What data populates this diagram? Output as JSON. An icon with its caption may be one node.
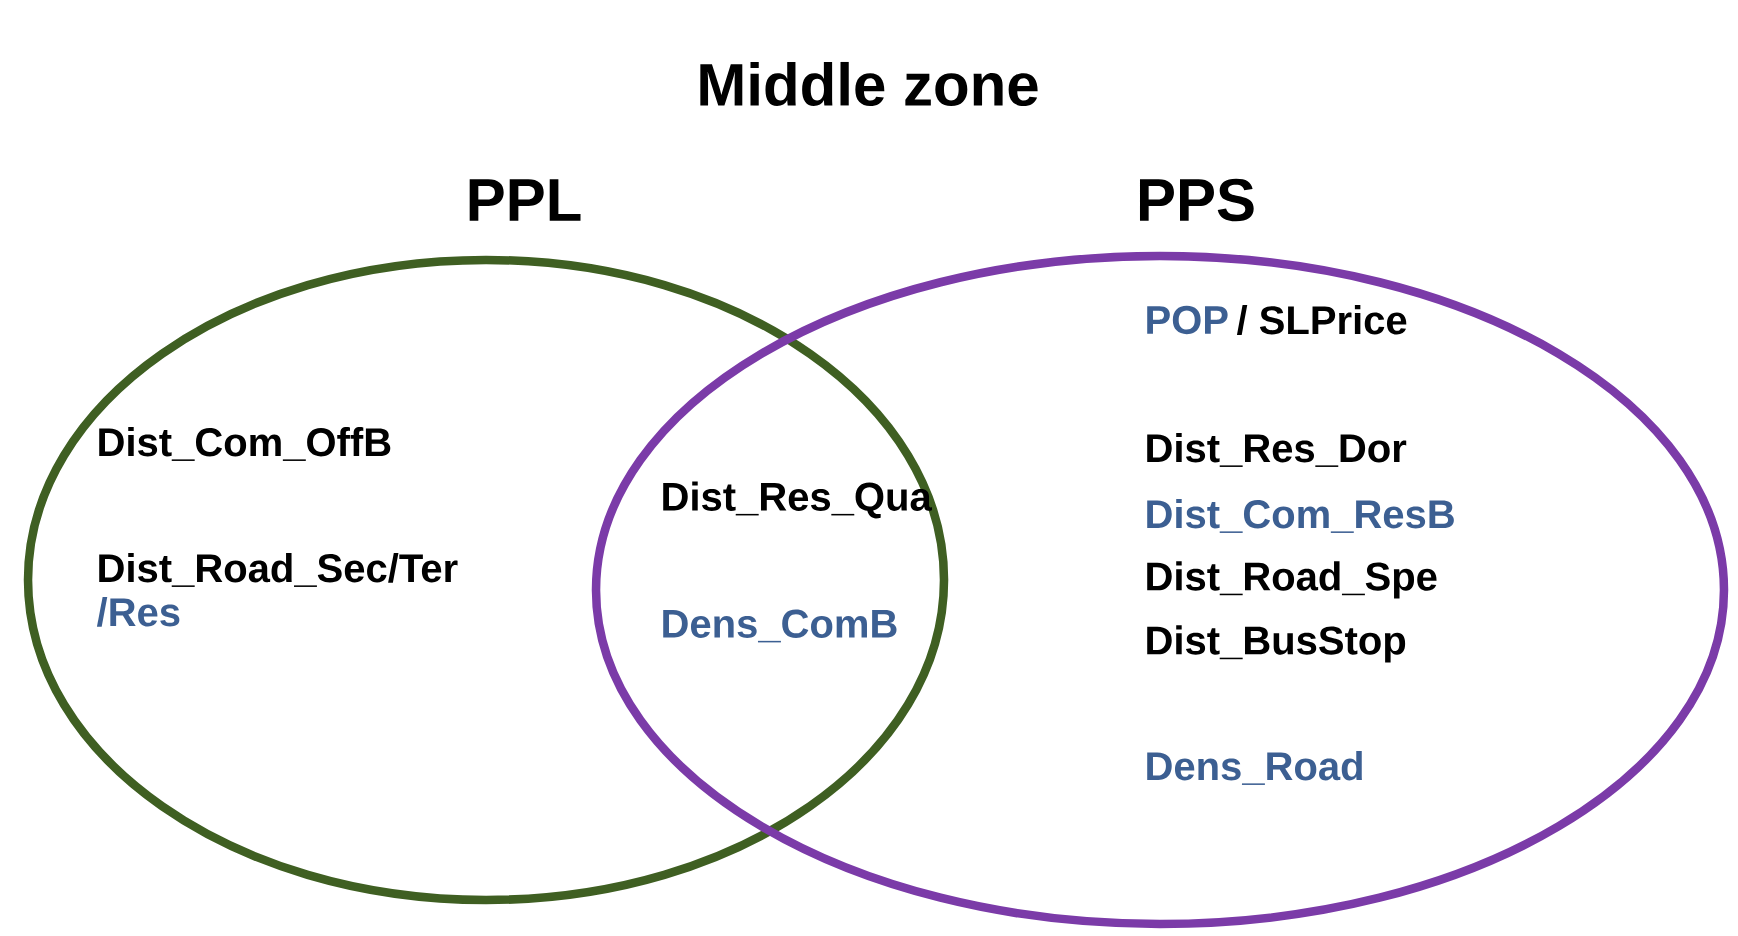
{
  "diagram": {
    "title": "Middle zone",
    "nodes": [
      {
        "text": [
          "PPL"
        ]
      },
      {
        "text": [
          "PPS"
        ]
      }
    ],
    "labels": [
      "Dist_Com_OffB",
      "Dist_Road_Sec/Ter",
      "/Res",
      "Dist_Res_Qua",
      "Dens_ComB",
      "POP",
      "/ SLPrice",
      "Dist_Res_Dor",
      "Dist_Com_ResB",
      "Dist_Road_Spe",
      "Dist_BusStop",
      "Dens_Road"
    ]
  }
}
